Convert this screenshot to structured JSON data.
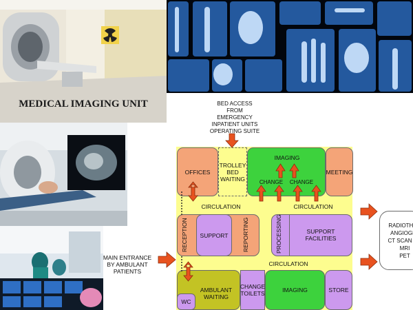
{
  "title": "MEDICAL IMAGING UNIT",
  "entrances": {
    "bed_access": [
      "BED ACCESS",
      "FROM",
      "EMERGENCY",
      "INPATIENT UNITS",
      "OPERATING SUITE"
    ],
    "main_entrance": [
      "MAIN ENTRANCE",
      "BY AMBULANT",
      "PATIENTS"
    ]
  },
  "rooms": {
    "offices": "OFFICES",
    "trolley_bed_waiting": [
      "TROLLEY",
      "BED",
      "WAITING"
    ],
    "imaging_top": "IMAGING",
    "change_1": "CHANGE",
    "change_2": "CHANGE",
    "meeting": "MEETING",
    "circulation_1": "CIRCULATION",
    "circulation_2": "CIRCULATION",
    "reception": "RECEPTION",
    "support": "SUPPORT",
    "reporting": "REPORTING",
    "processing": "PROCESSING",
    "support_facilities": [
      "SUPPORT",
      "FACILITIES"
    ],
    "circulation_3": "CIRCULATION",
    "ambulant_waiting": [
      "AMBULANT",
      "WAITING"
    ],
    "wc": "WC",
    "change_toilets": [
      "CHANGE",
      "TOILETS"
    ],
    "imaging_bottom": "IMAGING",
    "store": "STORE"
  },
  "outputs": [
    "RADIOTHE",
    "ANGIOGR",
    "CT SCAN",
    "MRI",
    "PET"
  ],
  "colors": {
    "office": "#f4a478",
    "imaging": "#3dd23d",
    "support": "#cc99ee",
    "waiting": "#c3c324",
    "circulation": "#fdfd8f",
    "arrow": "#e8521f"
  }
}
